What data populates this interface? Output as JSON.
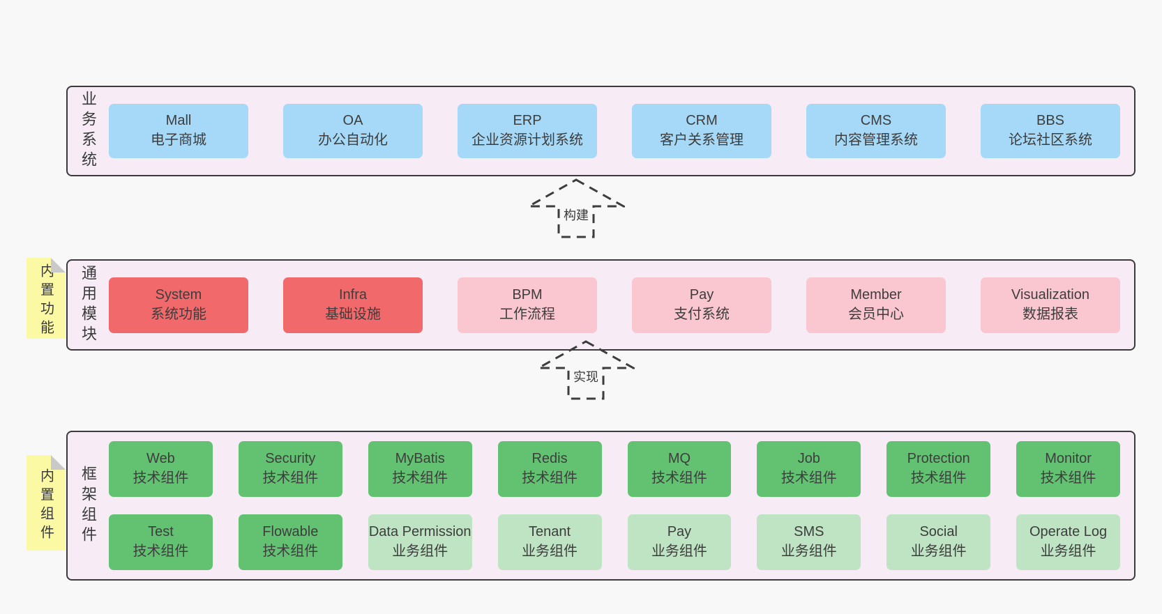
{
  "diagram": {
    "bands": [
      {
        "label": "业务系统",
        "rows": [
          [
            {
              "name": "Mall",
              "subtitle": "电子商城"
            },
            {
              "name": "OA",
              "subtitle": "办公自动化"
            },
            {
              "name": "ERP",
              "subtitle": "企业资源计划系统"
            },
            {
              "name": "CRM",
              "subtitle": "客户关系管理"
            },
            {
              "name": "CMS",
              "subtitle": "内容管理系统"
            },
            {
              "name": "BBS",
              "subtitle": "论坛社区系统"
            }
          ]
        ]
      },
      {
        "label": "通用模块",
        "sticky": "内置功能",
        "rows": [
          [
            {
              "name": "System",
              "subtitle": "系统功能"
            },
            {
              "name": "Infra",
              "subtitle": "基础设施"
            },
            {
              "name": "BPM",
              "subtitle": "工作流程"
            },
            {
              "name": "Pay",
              "subtitle": "支付系统"
            },
            {
              "name": "Member",
              "subtitle": "会员中心"
            },
            {
              "name": "Visualization",
              "subtitle": "数据报表"
            }
          ]
        ]
      },
      {
        "label": "框架组件",
        "sticky": "内置组件",
        "rows": [
          [
            {
              "name": "Web",
              "subtitle": "技术组件"
            },
            {
              "name": "Security",
              "subtitle": "技术组件"
            },
            {
              "name": "MyBatis",
              "subtitle": "技术组件"
            },
            {
              "name": "Redis",
              "subtitle": "技术组件"
            },
            {
              "name": "MQ",
              "subtitle": "技术组件"
            },
            {
              "name": "Job",
              "subtitle": "技术组件"
            },
            {
              "name": "Protection",
              "subtitle": "技术组件"
            },
            {
              "name": "Monitor",
              "subtitle": "技术组件"
            }
          ],
          [
            {
              "name": "Test",
              "subtitle": "技术组件"
            },
            {
              "name": "Flowable",
              "subtitle": "技术组件"
            },
            {
              "name": "Data Permission",
              "subtitle": "业务组件"
            },
            {
              "name": "Tenant",
              "subtitle": "业务组件"
            },
            {
              "name": "Pay",
              "subtitle": "业务组件"
            },
            {
              "name": "SMS",
              "subtitle": "业务组件"
            },
            {
              "name": "Social",
              "subtitle": "业务组件"
            },
            {
              "name": "Operate Log",
              "subtitle": "业务组件"
            }
          ]
        ]
      }
    ],
    "arrows": [
      {
        "label": "构建"
      },
      {
        "label": "实现"
      }
    ],
    "palette": {
      "page_bg": "#f8f8f8",
      "band_bg": "#f7ecf6",
      "band_border": "#3a3a3a",
      "blue": "#a6d9f7",
      "red": "#f1696b",
      "pink": "#fac6cf",
      "green": "#62c271",
      "light_green": "#bee4c3",
      "sticky_yellow": "#fbf9a3",
      "fold_grey": "#c9c9c9",
      "text": "#3d3d3d"
    }
  }
}
